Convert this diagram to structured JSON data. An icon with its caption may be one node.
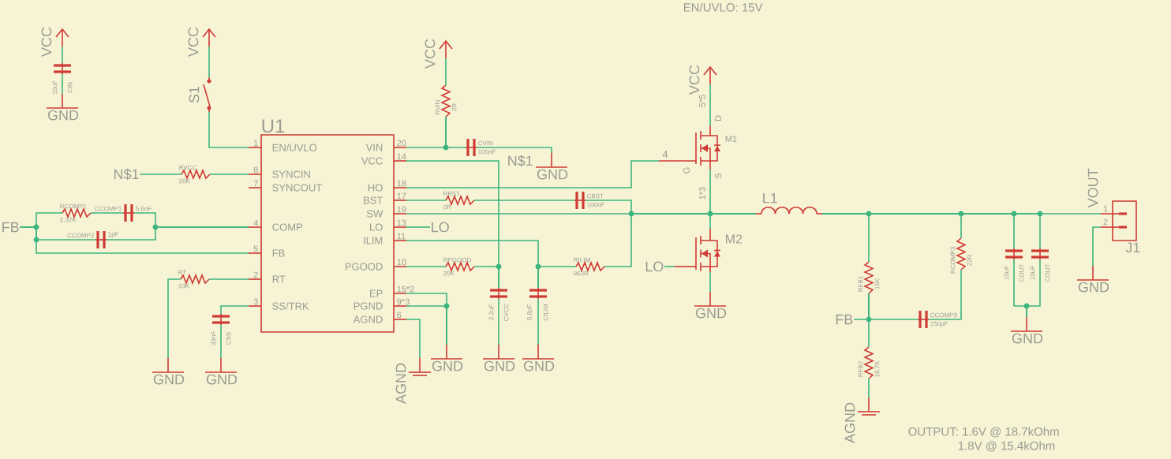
{
  "diagram": {
    "nodes": [
      {
        "text": [
          "VCC"
        ]
      },
      {
        "text": [
          "CIN",
          "10uF"
        ]
      },
      {
        "text": [
          "GND"
        ]
      },
      {
        "text": [
          "VCC"
        ]
      },
      {
        "text": [
          "S1"
        ]
      },
      {
        "text": [
          "U1",
          "EN/UVLO",
          "SYNCIN",
          "SYNCOUT",
          "COMP",
          "FB",
          "RT",
          "SS/TRK",
          "VIN",
          "VCC",
          "HO",
          "BST",
          "SW",
          "LO",
          "ILIM",
          "PGOOD",
          "EP",
          "PGND",
          "AGND",
          "1",
          "8",
          "7",
          "4",
          "5",
          "2",
          "3",
          "20",
          "14",
          "18",
          "17",
          "19",
          "13",
          "11",
          "10",
          "15*2",
          "9*3",
          "6"
        ]
      },
      {
        "text": [
          "N$1"
        ]
      },
      {
        "text": [
          "RVCC",
          "20K"
        ]
      },
      {
        "text": [
          "FB"
        ]
      },
      {
        "text": [
          "RCOMP1",
          "2.32K"
        ]
      },
      {
        "text": [
          "CCOMP1",
          "5.6nF"
        ]
      },
      {
        "text": [
          "CCOMP2",
          "1pF"
        ]
      },
      {
        "text": [
          "RT",
          "10K"
        ]
      },
      {
        "text": [
          "GND"
        ]
      },
      {
        "text": [
          "CSS",
          "33nF"
        ]
      },
      {
        "text": [
          "GND"
        ]
      },
      {
        "text": [
          "VCC"
        ]
      },
      {
        "text": [
          "RVIN",
          "2R"
        ]
      },
      {
        "text": [
          "CVIN",
          "100nF"
        ]
      },
      {
        "text": [
          "GND"
        ]
      },
      {
        "text": [
          "RPGOOD",
          "20K"
        ]
      },
      {
        "text": [
          "CVCC",
          "2.2uF"
        ]
      },
      {
        "text": [
          "GND"
        ]
      },
      {
        "text": [
          "CILIM",
          "6.8pF"
        ]
      },
      {
        "text": [
          "GND"
        ]
      },
      {
        "text": [
          "RILIM",
          "963R"
        ]
      },
      {
        "text": [
          "GND"
        ]
      },
      {
        "text": [
          "AGND"
        ]
      },
      {
        "text": [
          "LO"
        ]
      },
      {
        "text": [
          "RBST",
          "0R"
        ]
      },
      {
        "text": [
          "CBST",
          "100nF"
        ]
      },
      {
        "text": [
          "M1",
          "D",
          "G",
          "S",
          "4",
          "5*5",
          "1*3"
        ]
      },
      {
        "text": [
          "VCC"
        ]
      },
      {
        "text": [
          "L1"
        ]
      },
      {
        "text": [
          "M2"
        ]
      },
      {
        "text": [
          "LO"
        ]
      },
      {
        "text": [
          "GND"
        ]
      },
      {
        "text": [
          "RFB1",
          "15K"
        ]
      },
      {
        "text": [
          "FB"
        ]
      },
      {
        "text": [
          "CCOMP3",
          "150pF"
        ]
      },
      {
        "text": [
          "RCOMP3",
          "22R"
        ]
      },
      {
        "text": [
          "RFB2",
          "18.7K"
        ]
      },
      {
        "text": [
          "AGND"
        ]
      },
      {
        "text": [
          "COUT",
          "10uF"
        ]
      },
      {
        "text": [
          "COUT",
          "10uF"
        ]
      },
      {
        "text": [
          "GND"
        ]
      },
      {
        "text": [
          "J1",
          "1",
          "2"
        ]
      },
      {
        "text": [
          "GND"
        ]
      }
    ],
    "edges": [
      {
        "from": 0,
        "to": 1,
        "arrow": "none"
      },
      {
        "from": 1,
        "to": 2,
        "arrow": "none"
      },
      {
        "from": 3,
        "to": 4,
        "arrow": "none"
      },
      {
        "from": 4,
        "to": 5,
        "arrow": "none"
      },
      {
        "from": 6,
        "to": 7,
        "arrow": "none"
      },
      {
        "from": 7,
        "to": 5,
        "arrow": "none"
      },
      {
        "from": 8,
        "to": 9,
        "arrow": "none"
      },
      {
        "from": 9,
        "to": 10,
        "arrow": "none"
      },
      {
        "from": 10,
        "to": 5,
        "arrow": "none"
      },
      {
        "from": 8,
        "to": 11,
        "arrow": "none"
      },
      {
        "from": 11,
        "to": 5,
        "arrow": "none"
      },
      {
        "from": 8,
        "to": 5,
        "arrow": "none"
      },
      {
        "from": 12,
        "to": 5,
        "arrow": "none"
      },
      {
        "from": 12,
        "to": 13,
        "arrow": "none"
      },
      {
        "from": 14,
        "to": 5,
        "arrow": "none"
      },
      {
        "from": 14,
        "to": 15,
        "arrow": "none"
      },
      {
        "from": 16,
        "to": 17,
        "arrow": "none"
      },
      {
        "from": 17,
        "to": 5,
        "arrow": "none"
      },
      {
        "from": 17,
        "to": 18,
        "arrow": "none"
      },
      {
        "from": 18,
        "to": 19,
        "arrow": "none"
      },
      {
        "from": 5,
        "to": 21,
        "arrow": "none"
      },
      {
        "from": 5,
        "to": 20,
        "arrow": "none"
      },
      {
        "from": 20,
        "to": 21,
        "arrow": "none"
      },
      {
        "from": 21,
        "to": 22,
        "arrow": "none"
      },
      {
        "from": 5,
        "to": 23,
        "arrow": "none"
      },
      {
        "from": 23,
        "to": 24,
        "arrow": "none"
      },
      {
        "from": 23,
        "to": 25,
        "arrow": "none"
      },
      {
        "from": 25,
        "to": 33,
        "arrow": "none"
      },
      {
        "from": 5,
        "to": 26,
        "arrow": "none"
      },
      {
        "from": 5,
        "to": 26,
        "arrow": "none"
      },
      {
        "from": 5,
        "to": 27,
        "arrow": "none"
      },
      {
        "from": 5,
        "to": 28,
        "arrow": "none"
      },
      {
        "from": 5,
        "to": 29,
        "arrow": "none"
      },
      {
        "from": 29,
        "to": 30,
        "arrow": "none"
      },
      {
        "from": 30,
        "to": 33,
        "arrow": "none"
      },
      {
        "from": 5,
        "to": 31,
        "arrow": "none"
      },
      {
        "from": 32,
        "to": 31,
        "arrow": "none"
      },
      {
        "from": 5,
        "to": 33,
        "arrow": "none"
      },
      {
        "from": 31,
        "to": 33,
        "arrow": "none"
      },
      {
        "from": 34,
        "to": 33,
        "arrow": "none"
      },
      {
        "from": 35,
        "to": 34,
        "arrow": "none"
      },
      {
        "from": 34,
        "to": 36,
        "arrow": "none"
      },
      {
        "from": 33,
        "to": 37,
        "arrow": "none"
      },
      {
        "from": 33,
        "to": 40,
        "arrow": "none"
      },
      {
        "from": 33,
        "to": 43,
        "arrow": "none"
      },
      {
        "from": 33,
        "to": 44,
        "arrow": "none"
      },
      {
        "from": 33,
        "to": 46,
        "arrow": "none"
      },
      {
        "from": 38,
        "to": 37,
        "arrow": "none"
      },
      {
        "from": 37,
        "to": 41,
        "arrow": "none"
      },
      {
        "from": 37,
        "to": 39,
        "arrow": "none"
      },
      {
        "from": 39,
        "to": 40,
        "arrow": "none"
      },
      {
        "from": 41,
        "to": 42,
        "arrow": "none"
      },
      {
        "from": 43,
        "to": 45,
        "arrow": "none"
      },
      {
        "from": 44,
        "to": 45,
        "arrow": "none"
      },
      {
        "from": 46,
        "to": 47,
        "arrow": "none"
      }
    ],
    "labels": [
      "EN/UVLO: 15V",
      "N$1",
      "VOUT",
      "OUTPUT: 1.6V @ 18.7kOhm",
      "1.8V @ 15.4kOhm"
    ]
  }
}
